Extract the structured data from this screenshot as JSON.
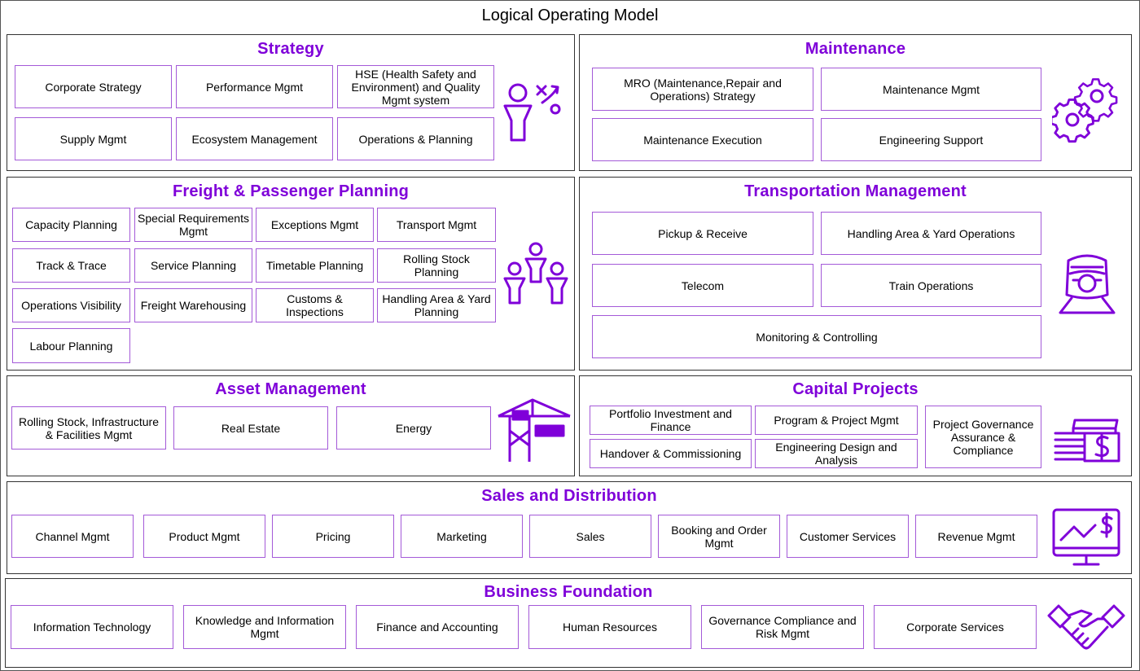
{
  "page": {
    "title": "Logical Operating Model"
  },
  "colors": {
    "accent": "#7f00d9",
    "box_border": "#a45ad8",
    "frame": "#333333"
  },
  "sections": {
    "strategy": {
      "title": "Strategy",
      "icon": "strategy-person-icon",
      "items": [
        "Corporate Strategy",
        "Performance Mgmt",
        "HSE (Health Safety and Environment) and Quality Mgmt system",
        "Supply Mgmt",
        "Ecosystem Management",
        "Operations & Planning"
      ]
    },
    "maintenance": {
      "title": "Maintenance",
      "icon": "gears-icon",
      "items": [
        "MRO (Maintenance,Repair and Operations) Strategy",
        "Maintenance Mgmt",
        "Maintenance Execution",
        "Engineering Support"
      ]
    },
    "freight": {
      "title": "Freight & Passenger Planning",
      "icon": "people-group-icon",
      "items": [
        "Capacity Planning",
        "Special Requirements Mgmt",
        "Exceptions Mgmt",
        "Transport Mgmt",
        "Track & Trace",
        "Service Planning",
        "Timetable Planning",
        "Rolling Stock Planning",
        "Operations Visibility",
        "Freight Warehousing",
        "Customs & Inspections",
        "Handling Area & Yard Planning",
        "Labour Planning"
      ]
    },
    "transport": {
      "title": "Transportation Management",
      "icon": "train-icon",
      "items": [
        "Pickup & Receive",
        "Handling Area & Yard Operations",
        "Telecom",
        "Train Operations",
        "Monitoring & Controlling"
      ]
    },
    "asset": {
      "title": "Asset Management",
      "icon": "port-crane-icon",
      "items": [
        "Rolling Stock, Infrastructure & Facilities Mgmt",
        "Real Estate",
        "Energy"
      ]
    },
    "capital": {
      "title": "Capital Projects",
      "icon": "money-stack-icon",
      "items": [
        "Portfolio Investment and Finance",
        "Program & Project Mgmt",
        "Project Governance Assurance & Compliance",
        "Handover & Commissioning",
        "Engineering Design and Analysis"
      ]
    },
    "sales": {
      "title": "Sales and Distribution",
      "icon": "monitor-chart-icon",
      "items": [
        "Channel Mgmt",
        "Product Mgmt",
        "Pricing",
        "Marketing",
        "Sales",
        "Booking and Order Mgmt",
        "Customer Services",
        "Revenue Mgmt"
      ]
    },
    "foundation": {
      "title": "Business Foundation",
      "icon": "handshake-icon",
      "items": [
        "Information Technology",
        "Knowledge and Information Mgmt",
        "Finance and Accounting",
        "Human Resources",
        "Governance Compliance and Risk Mgmt",
        "Corporate Services"
      ]
    }
  }
}
